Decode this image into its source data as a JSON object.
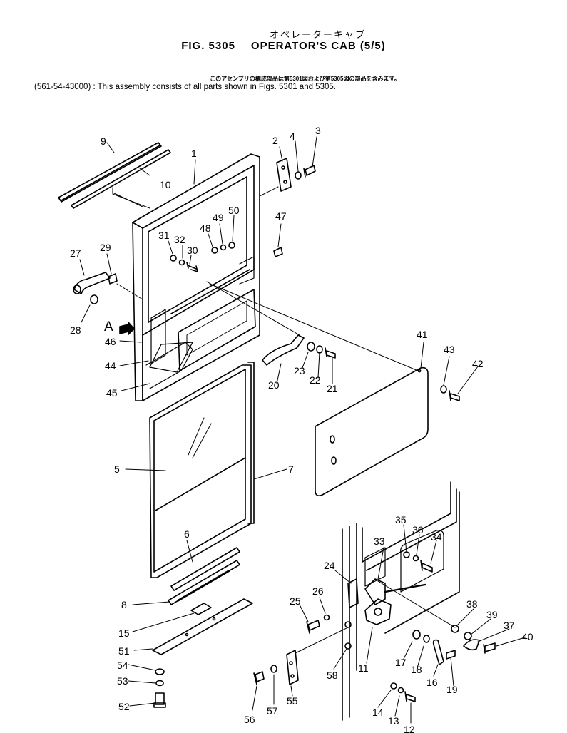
{
  "header": {
    "title_jp": "オペレーターキャブ",
    "fig_label": "FIG. 5305",
    "title_en": "OPERATOR'S CAB (5/5)",
    "note_jp": "このアセンブリの構成部品は第5301図および第5305図の部品を含みます。",
    "note_en": "(561-54-43000) : This assembly consists of all parts shown in Figs. 5301 and 5305."
  },
  "view_marker": "A",
  "callouts": [
    {
      "id": "c9",
      "text": "9"
    },
    {
      "id": "c10",
      "text": "10"
    },
    {
      "id": "c1",
      "text": "1"
    },
    {
      "id": "c2",
      "text": "2"
    },
    {
      "id": "c4",
      "text": "4"
    },
    {
      "id": "c3",
      "text": "3"
    },
    {
      "id": "c27",
      "text": "27"
    },
    {
      "id": "c29",
      "text": "29"
    },
    {
      "id": "c28",
      "text": "28"
    },
    {
      "id": "c31",
      "text": "31"
    },
    {
      "id": "c32",
      "text": "32"
    },
    {
      "id": "c30",
      "text": "30"
    },
    {
      "id": "c48",
      "text": "48"
    },
    {
      "id": "c49",
      "text": "49"
    },
    {
      "id": "c50",
      "text": "50"
    },
    {
      "id": "c47",
      "text": "47"
    },
    {
      "id": "c46",
      "text": "46"
    },
    {
      "id": "c44",
      "text": "44"
    },
    {
      "id": "c45",
      "text": "45"
    },
    {
      "id": "c20",
      "text": "20"
    },
    {
      "id": "c23",
      "text": "23"
    },
    {
      "id": "c22",
      "text": "22"
    },
    {
      "id": "c21",
      "text": "21"
    },
    {
      "id": "c41",
      "text": "41"
    },
    {
      "id": "c43",
      "text": "43"
    },
    {
      "id": "c42",
      "text": "42"
    },
    {
      "id": "c5",
      "text": "5"
    },
    {
      "id": "c7",
      "text": "7"
    },
    {
      "id": "c6",
      "text": "6"
    },
    {
      "id": "c8",
      "text": "8"
    },
    {
      "id": "c15",
      "text": "15"
    },
    {
      "id": "c51",
      "text": "51"
    },
    {
      "id": "c54",
      "text": "54"
    },
    {
      "id": "c53",
      "text": "53"
    },
    {
      "id": "c52",
      "text": "52"
    },
    {
      "id": "c35",
      "text": "35"
    },
    {
      "id": "c36",
      "text": "36"
    },
    {
      "id": "c34",
      "text": "34"
    },
    {
      "id": "c33",
      "text": "33"
    },
    {
      "id": "c24",
      "text": "24"
    },
    {
      "id": "c26",
      "text": "26"
    },
    {
      "id": "c25",
      "text": "25"
    },
    {
      "id": "c38",
      "text": "38"
    },
    {
      "id": "c39",
      "text": "39"
    },
    {
      "id": "c37",
      "text": "37"
    },
    {
      "id": "c40",
      "text": "40"
    },
    {
      "id": "c17",
      "text": "17"
    },
    {
      "id": "c18",
      "text": "18"
    },
    {
      "id": "c16",
      "text": "16"
    },
    {
      "id": "c19",
      "text": "19"
    },
    {
      "id": "c11",
      "text": "11"
    },
    {
      "id": "c58",
      "text": "58"
    },
    {
      "id": "c14",
      "text": "14"
    },
    {
      "id": "c13",
      "text": "13"
    },
    {
      "id": "c12",
      "text": "12"
    },
    {
      "id": "c55",
      "text": "55"
    },
    {
      "id": "c56",
      "text": "56"
    },
    {
      "id": "c57",
      "text": "57"
    }
  ]
}
